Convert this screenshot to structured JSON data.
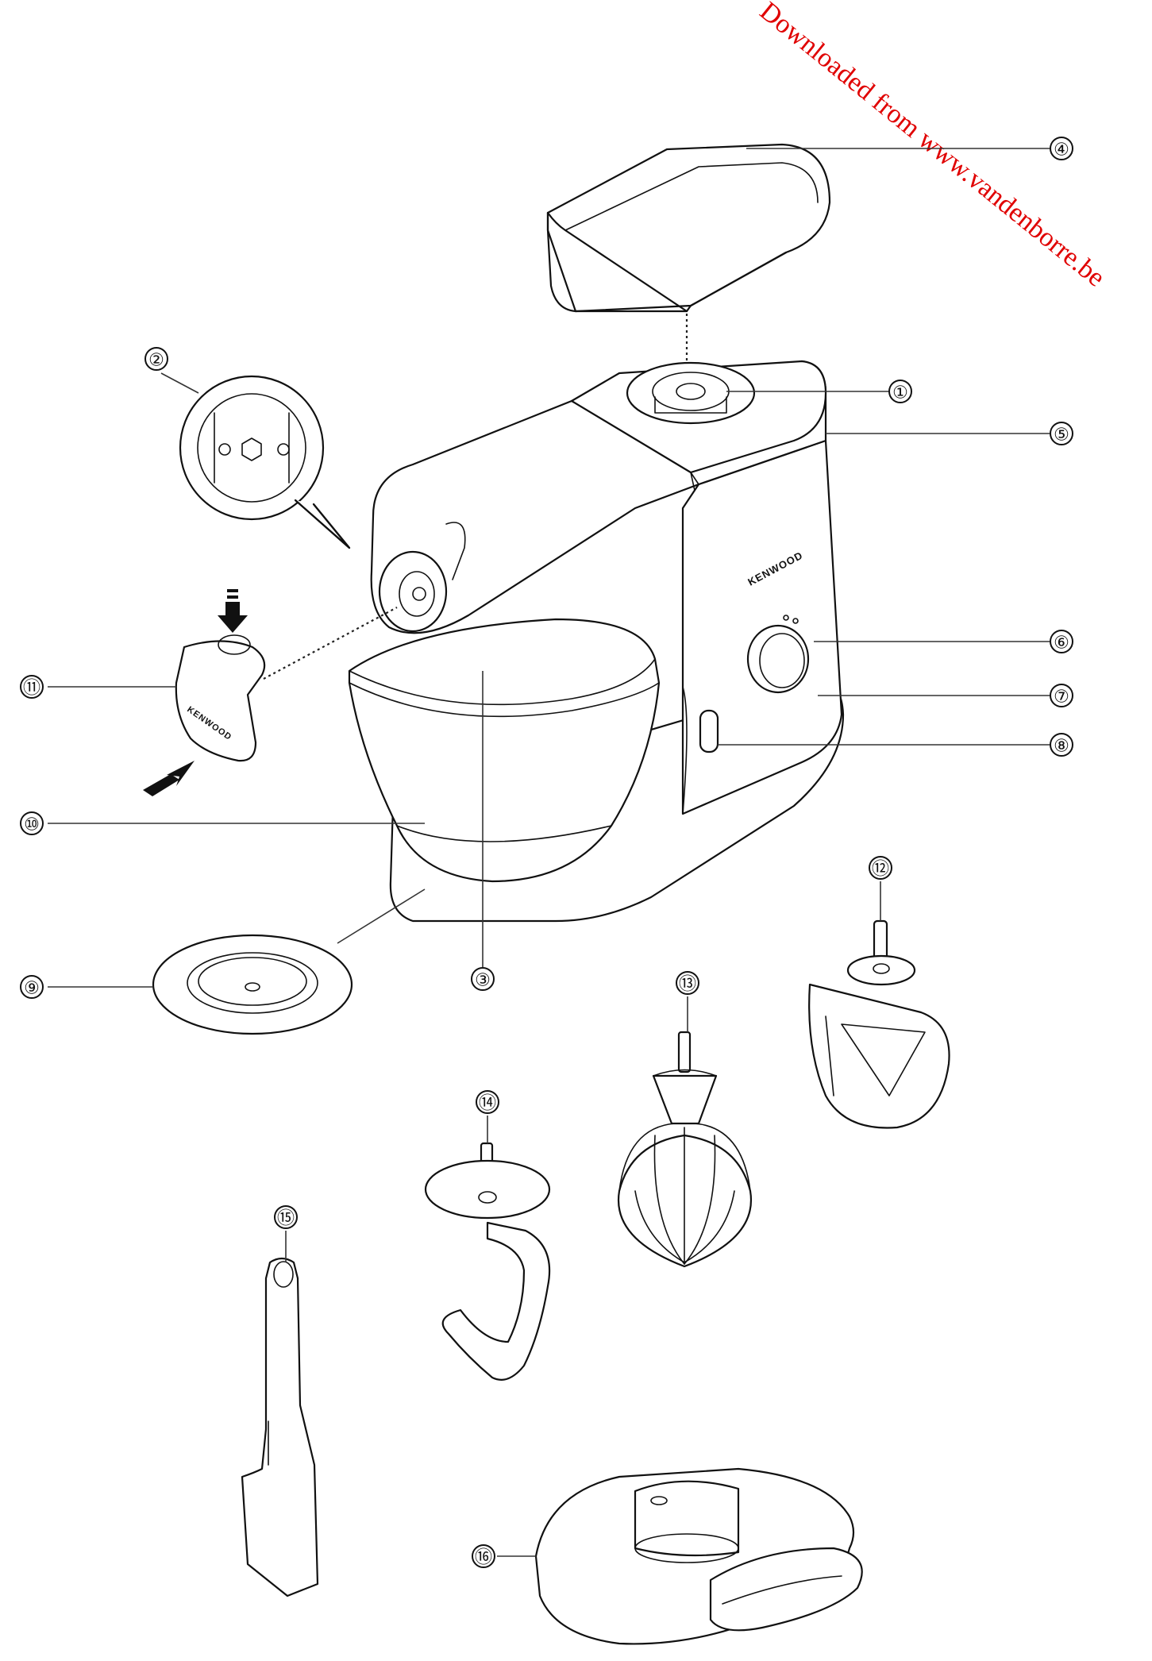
{
  "watermark": {
    "text": "Downloaded from www.vandenborre.be",
    "color": "#e00000"
  },
  "brand": {
    "text": "KENWOOD"
  },
  "callouts": [
    {
      "id": "1",
      "label": "①"
    },
    {
      "id": "2",
      "label": "②"
    },
    {
      "id": "3",
      "label": "③"
    },
    {
      "id": "4",
      "label": "④"
    },
    {
      "id": "5",
      "label": "⑤"
    },
    {
      "id": "6",
      "label": "⑥"
    },
    {
      "id": "7",
      "label": "⑦"
    },
    {
      "id": "8",
      "label": "⑧"
    },
    {
      "id": "9",
      "label": "⑨"
    },
    {
      "id": "10",
      "label": "⑩"
    },
    {
      "id": "11",
      "label": "⑪"
    },
    {
      "id": "12",
      "label": "⑫"
    },
    {
      "id": "13",
      "label": "⑬"
    },
    {
      "id": "14",
      "label": "⑭"
    },
    {
      "id": "15",
      "label": "⑮"
    },
    {
      "id": "16",
      "label": "⑯"
    }
  ]
}
